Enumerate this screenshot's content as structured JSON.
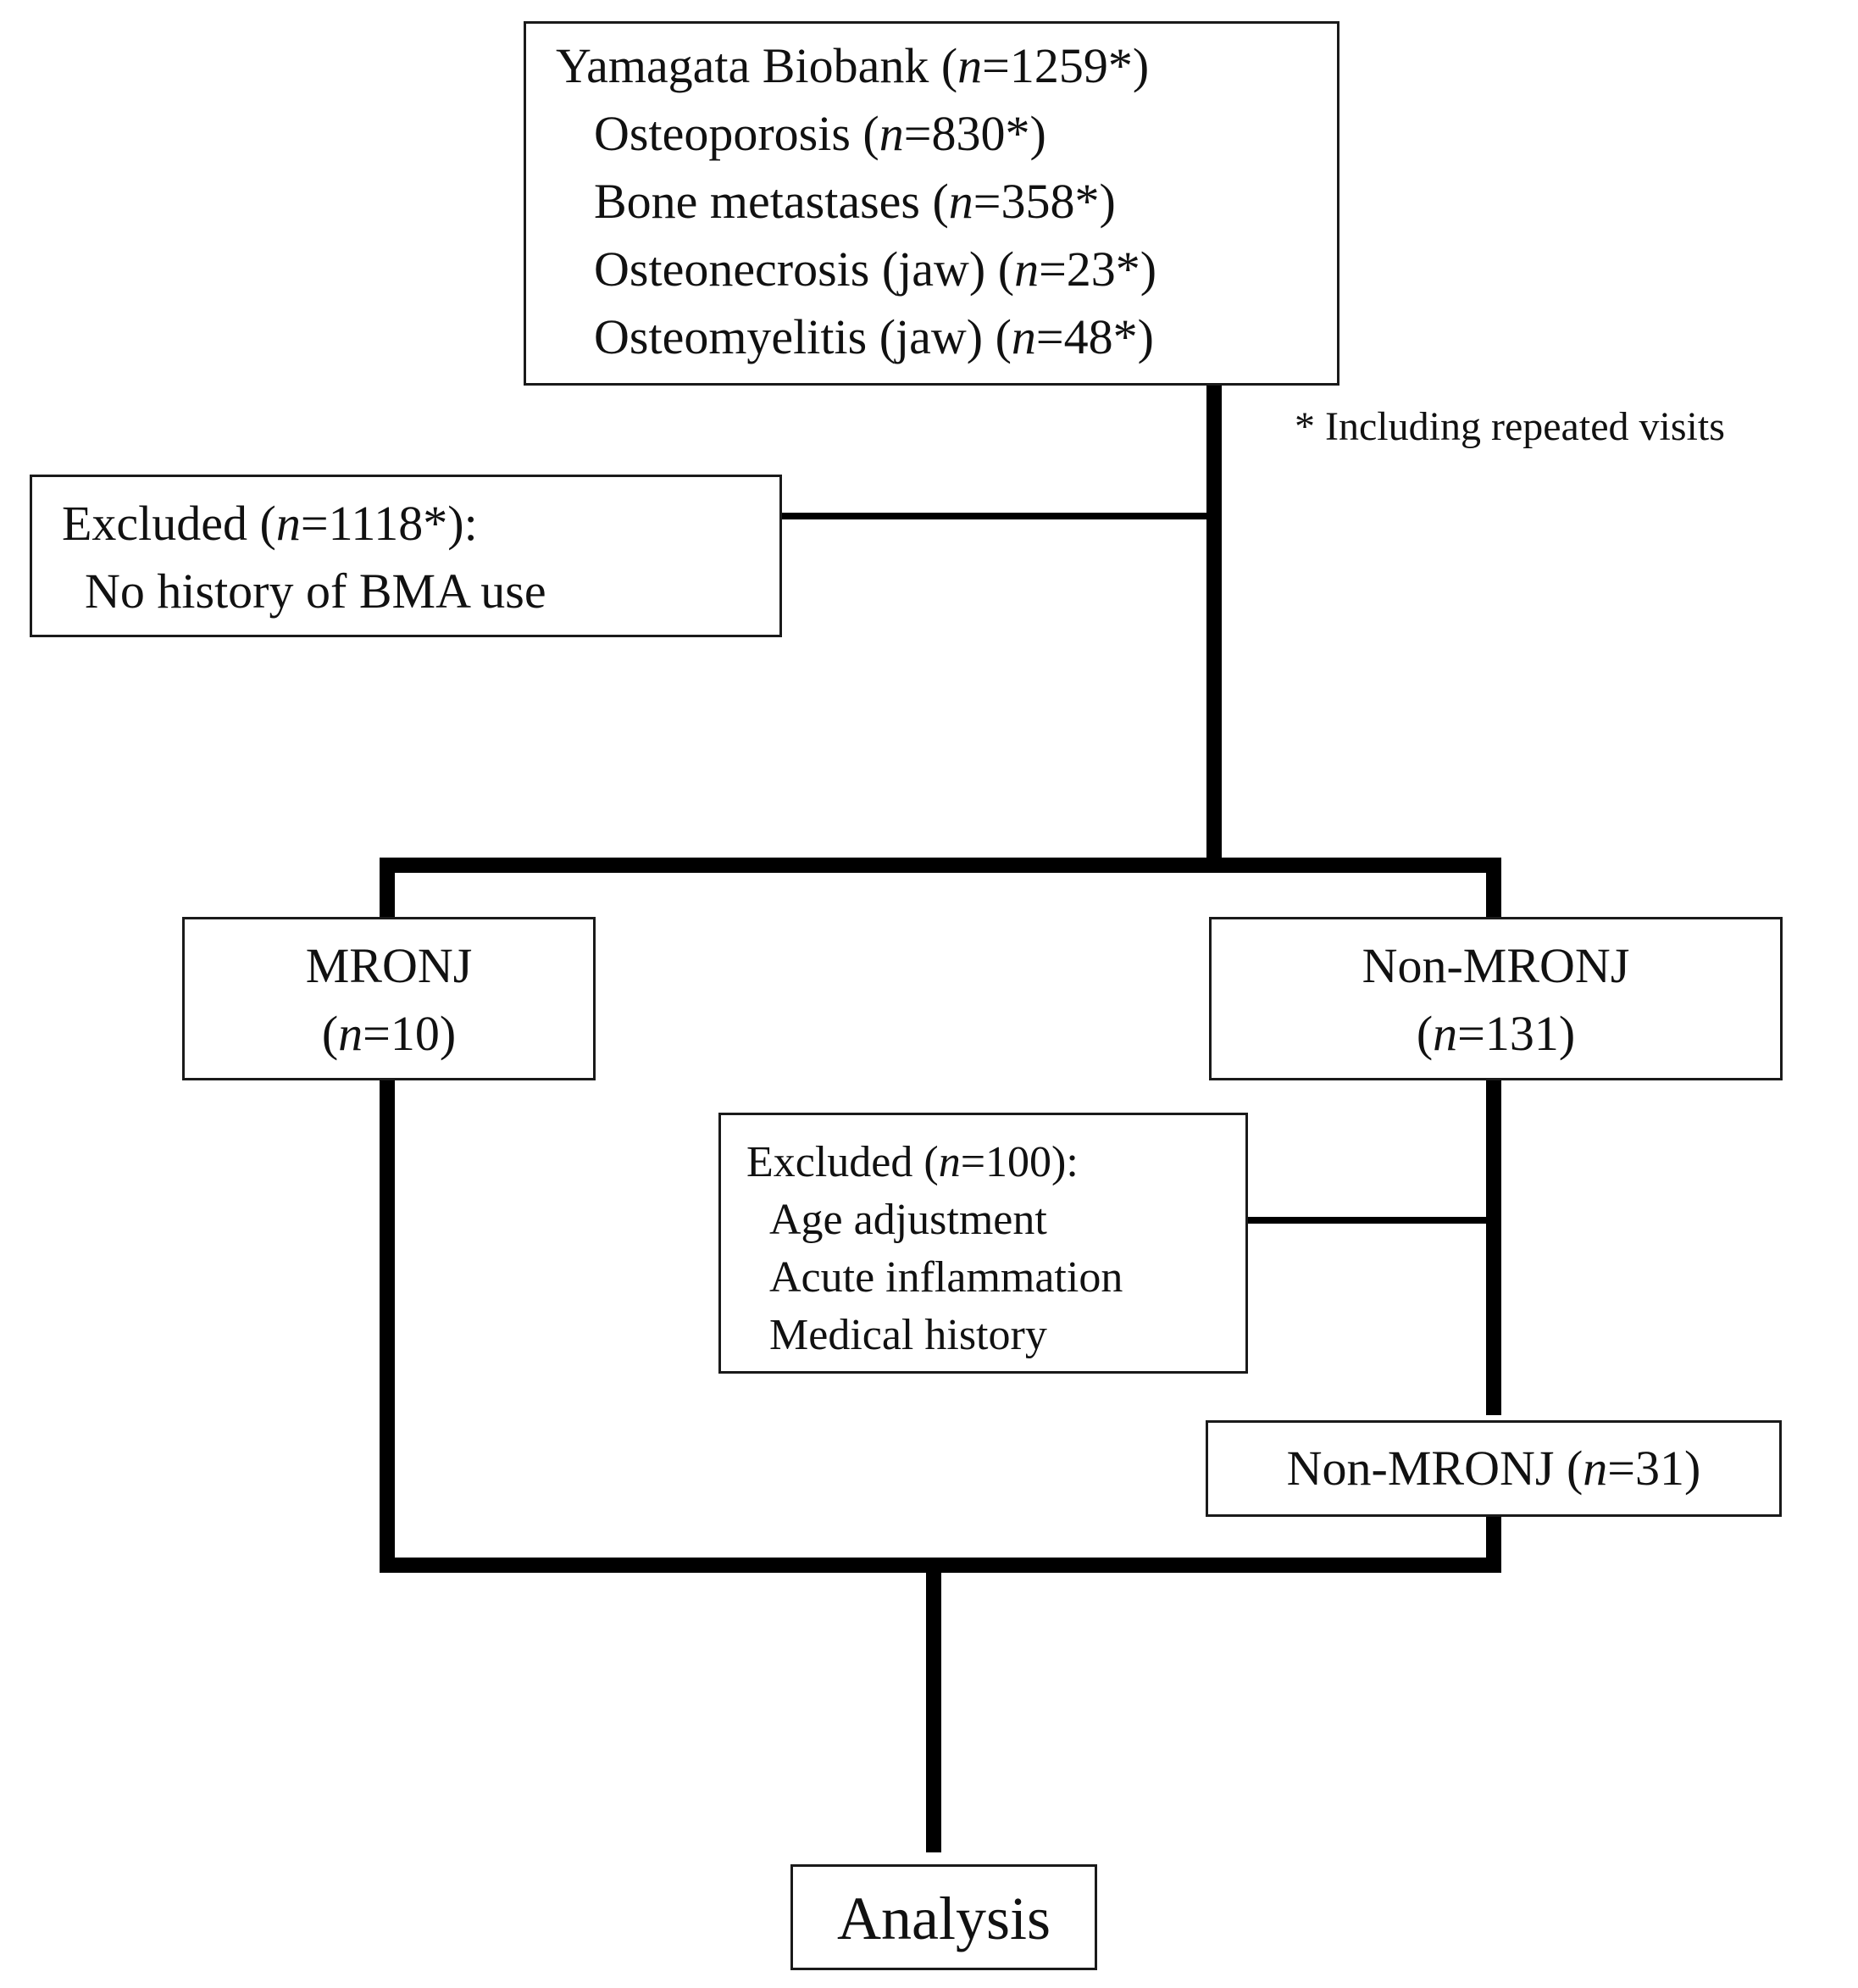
{
  "source_box": {
    "title": {
      "label": "Yamagata Biobank",
      "n_value": "1259*"
    },
    "items": [
      {
        "label": "Osteoporosis",
        "n_value": "830*"
      },
      {
        "label": "Bone metastases",
        "n_value": "358*"
      },
      {
        "label": "Osteonecrosis (jaw)",
        "n_value": "23*"
      },
      {
        "label": "Osteomyelitis (jaw)",
        "n_value": "48*"
      }
    ]
  },
  "footnote": "* Including repeated visits",
  "excluded_first": {
    "label": "Excluded",
    "n_value": "1118*",
    "suffix": ":",
    "reason": "No history of BMA use"
  },
  "mronj_box": {
    "label": "MRONJ",
    "n_value": "10"
  },
  "non_mronj_box": {
    "label": "Non-MRONJ",
    "n_value": "131"
  },
  "excluded_second": {
    "label": "Excluded",
    "n_value": "100",
    "suffix": ":",
    "reasons": [
      "Age adjustment",
      "Acute inflammation",
      "Medical history"
    ]
  },
  "non_mronj_final": {
    "label": "Non-MRONJ",
    "n_value": "31"
  },
  "analysis_box": {
    "label": "Analysis"
  },
  "n_symbol": "n"
}
